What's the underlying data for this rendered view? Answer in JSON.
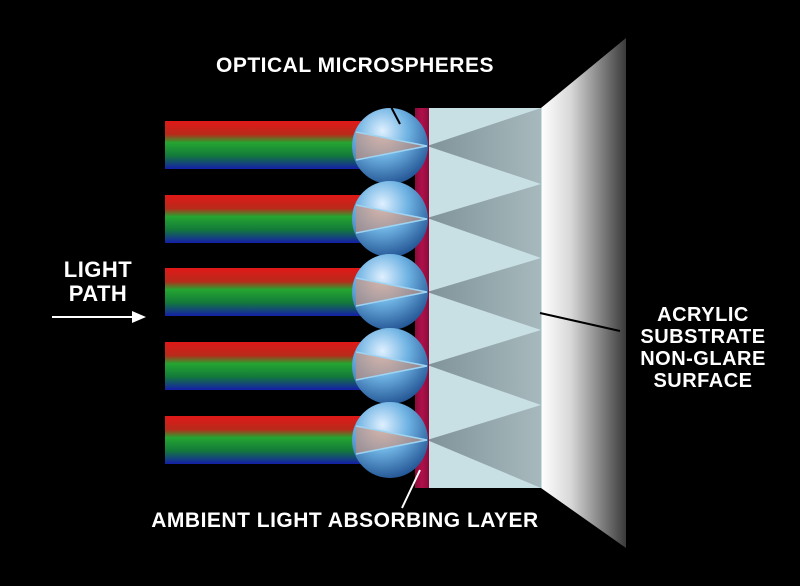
{
  "labels": {
    "top": "OPTICAL MICROSPHERES",
    "bottom": "AMBIENT LIGHT ABSORBING LAYER",
    "left": [
      "LIGHT",
      "PATH"
    ],
    "right": [
      "ACRYLIC",
      "SUBSTRATE",
      "NON-GLARE",
      "SURFACE"
    ]
  },
  "diagram": {
    "beam_count": 5,
    "colors": {
      "background": "#000000",
      "beam_red": "#e01818",
      "beam_green": "#1fa02e",
      "beam_blue": "#141ea8",
      "absorbing_layer": "#b0104a",
      "substrate": "#c8dfe4",
      "light_cone": "#8fa3a8",
      "sphere": "#5aa6d8",
      "surface_light": "#ffffff",
      "surface_dark": "#3a3a3a"
    }
  }
}
